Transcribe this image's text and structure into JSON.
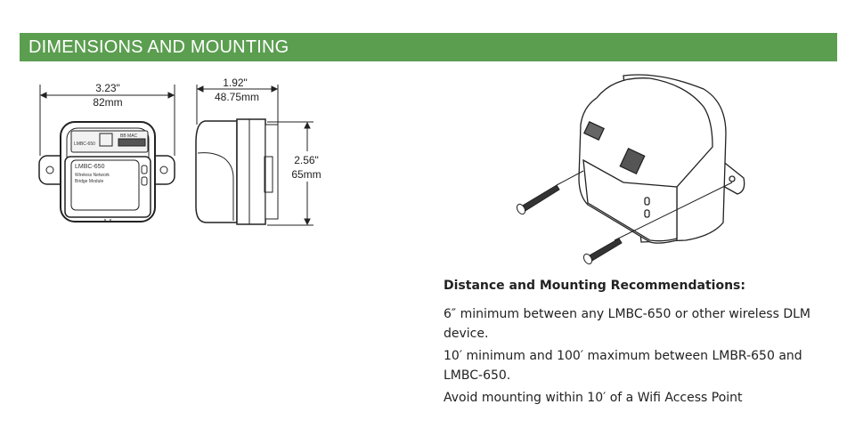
{
  "section": {
    "title": "DIMENSIONS AND MOUNTING",
    "accent_color": "#5b9e50"
  },
  "front_view": {
    "width_in": "3.23\"",
    "width_mm": "82mm",
    "label_model": "LMBC-650",
    "label_desc_1": "Wireless Network",
    "label_desc_2": "Bridge Module",
    "mac_label": "BB MAC"
  },
  "side_view": {
    "depth_in": "1.92\"",
    "depth_mm": "48.75mm",
    "height_in": "2.56\"",
    "height_mm": "65mm"
  },
  "recommendations": {
    "heading": "Distance and Mounting Recommendations:",
    "items": [
      "6″ minimum between any LMBC-650 or other wireless DLM device.",
      "10′ minimum and 100′ maximum between LMBR-650 and LMBC-650.",
      "Avoid mounting within 10′ of a Wifi Access Point"
    ]
  }
}
